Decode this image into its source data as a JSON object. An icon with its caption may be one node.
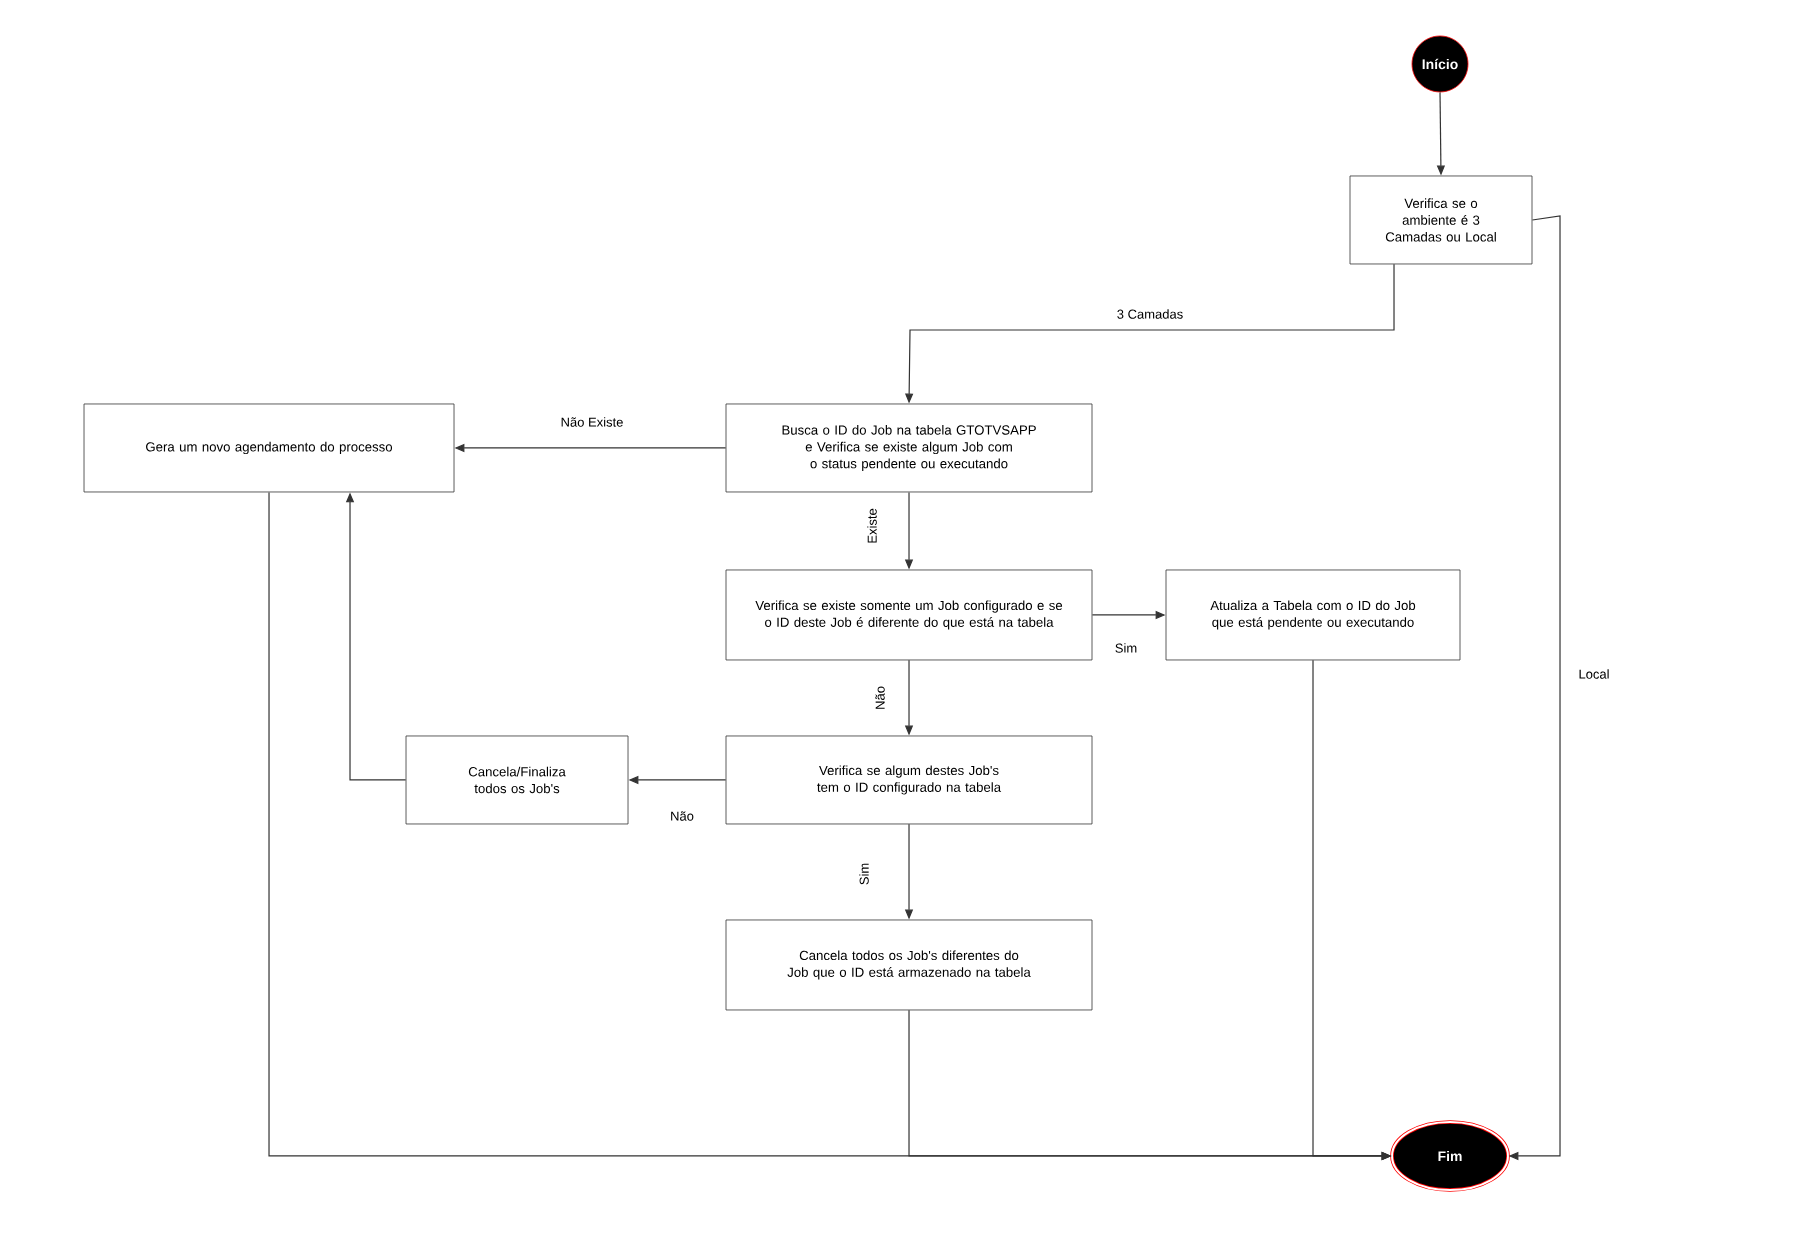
{
  "diagram": {
    "nodes": [
      {
        "text": [
          "Início"
        ]
      },
      {
        "text": [
          "Verifica se o ambiente é 3 Camadas ou Local"
        ]
      },
      {
        "text": [
          "Busca o ID do Job na tabela GTOTVSAPP e Verifica se existe algum Job com o status pendente ou executando"
        ]
      },
      {
        "text": [
          "Gera um novo agendamento do processo"
        ]
      },
      {
        "text": [
          "Verifica se existe somente um Job configurado e se o ID deste Job é diferente do que está na tabela"
        ]
      },
      {
        "text": [
          "Atualiza a Tabela com o ID do Job que está pendente ou executando"
        ]
      },
      {
        "text": [
          "Cancela/Finaliza todos os Job's"
        ]
      },
      {
        "text": [
          "Verifica se algum destes Job's tem o ID configurado na tabela"
        ]
      },
      {
        "text": [
          "Cancela todos os Job's diferentes do Job que o ID está armazenado na tabela"
        ]
      },
      {
        "text": [
          "Fim"
        ]
      }
    ],
    "edges": [
      {
        "from": 0,
        "to": 1,
        "arrow": "to"
      },
      {
        "from": 1,
        "to": 2,
        "arrow": "to",
        "label": "3 Camadas"
      },
      {
        "from": 1,
        "to": 9,
        "arrow": "to",
        "label": "Local"
      },
      {
        "from": 2,
        "to": 3,
        "arrow": "to",
        "label": "Não Existe"
      },
      {
        "from": 2,
        "to": 4,
        "arrow": "to",
        "label": "Existe"
      },
      {
        "from": 4,
        "to": 5,
        "arrow": "to",
        "label": "Sim"
      },
      {
        "from": 4,
        "to": 7,
        "arrow": "to",
        "label": "Não"
      },
      {
        "from": 7,
        "to": 6,
        "arrow": "to",
        "label": "Não"
      },
      {
        "from": 7,
        "to": 8,
        "arrow": "to",
        "label": "Sim"
      },
      {
        "from": 6,
        "to": 3,
        "arrow": "to"
      },
      {
        "from": 3,
        "to": 9,
        "arrow": "to"
      },
      {
        "from": 8,
        "to": 9,
        "arrow": "to"
      },
      {
        "from": 5,
        "to": 9,
        "arrow": "to"
      }
    ]
  }
}
